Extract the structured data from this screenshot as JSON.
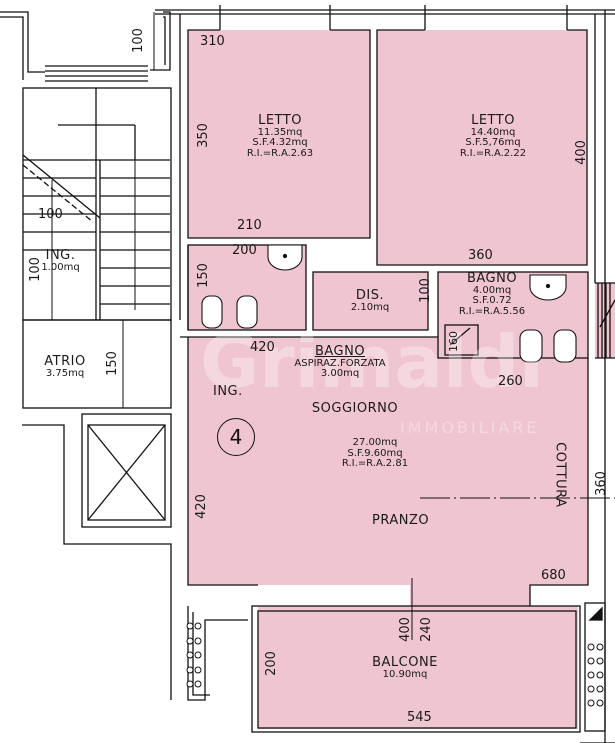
{
  "plan": {
    "unit_number": "4",
    "colors": {
      "room_fill": "#F0C5D2",
      "wall": "#111111",
      "background": "#FFFFFF"
    },
    "rooms": [
      {
        "id": "letto1",
        "name": "LETTO",
        "area": "11.35mq",
        "sf": "S.F.4.32mq",
        "ri": "R.I.=R.A.2.63"
      },
      {
        "id": "letto2",
        "name": "LETTO",
        "area": "14.40mq",
        "sf": "S.F.5,76mq",
        "ri": "R.I.=R.A.2.22"
      },
      {
        "id": "bagno_cieco",
        "name": "BAGNO",
        "note": "ASPIRAZ.FORZATA",
        "area": "3.00mq"
      },
      {
        "id": "dis",
        "name": "DIS.",
        "area": "2.10mq"
      },
      {
        "id": "bagno2",
        "name": "BAGNO",
        "area": "4.00mq",
        "sf": "S.F.0.72",
        "ri": "R.I.=R.A.5.56"
      },
      {
        "id": "soggiorno",
        "name": "SOGGIORNO",
        "area": "27.00mq",
        "sf": "S.F.9.60mq",
        "ri": "R.I.=R.A.2.81"
      },
      {
        "id": "pranzo",
        "name": "PRANZO"
      },
      {
        "id": "cottura",
        "name": "COTTURA"
      },
      {
        "id": "balcone",
        "name": "BALCONE",
        "area": "10.90mq"
      },
      {
        "id": "ing_unit",
        "name": "ING."
      },
      {
        "id": "ing_stair",
        "name": "ING.",
        "area": "1.00mq"
      },
      {
        "id": "atrio",
        "name": "ATRIO",
        "area": "3.75mq"
      }
    ],
    "dimensions": {
      "stair_top": "100",
      "letto1_w": "310",
      "letto1_h": "350",
      "letto1_bottom": "210",
      "letto2_h": "400",
      "letto2_bottom": "360",
      "bagno1_w": "200",
      "bagno1_h": "150",
      "bagno1_bottom": "420",
      "dis_h": "100",
      "shower": "160",
      "bagno2_bottom": "260",
      "stair_100": "100",
      "ing_100": "100",
      "atrio_150": "150",
      "soggiorno_h": "420",
      "cottura_360": "360",
      "soggiorno_w": "680",
      "window_400": "400",
      "window_240": "240",
      "balcone_h": "200",
      "balcone_w": "545"
    },
    "watermark": {
      "brand": "Grimaldi",
      "sub": "IMMOBILIARE"
    }
  }
}
